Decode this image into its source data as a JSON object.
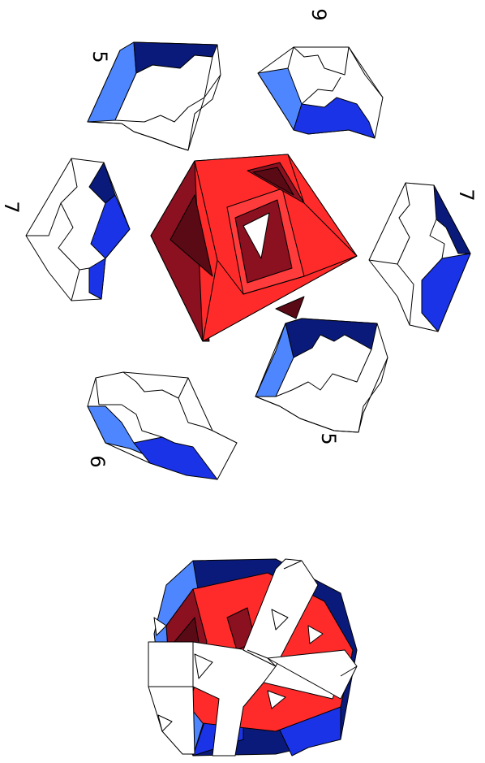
{
  "figure": {
    "labels": {
      "top_left": "5",
      "top_right": "9",
      "mid_left": "7",
      "mid_right": "7",
      "low_left": "6",
      "low_right": "5"
    },
    "colors": {
      "red": "#ff2a2a",
      "red_dark": "#8b1020",
      "red_deep": "#5a0a14",
      "blue_light": "#4d86ff",
      "blue": "#1a33e6",
      "blue_navy": "#0a1a7a",
      "white": "#ffffff",
      "stroke": "#000000"
    },
    "parts": {
      "top_left": "notched-piece-5",
      "top_right": "notched-piece-9",
      "mid_left": "notched-piece-7",
      "mid_right": "notched-piece-7",
      "low_left": "notched-piece-6",
      "low_right": "notched-piece-5",
      "core": "red-octahedral-frame",
      "assembly": "assembled-puzzle"
    }
  }
}
